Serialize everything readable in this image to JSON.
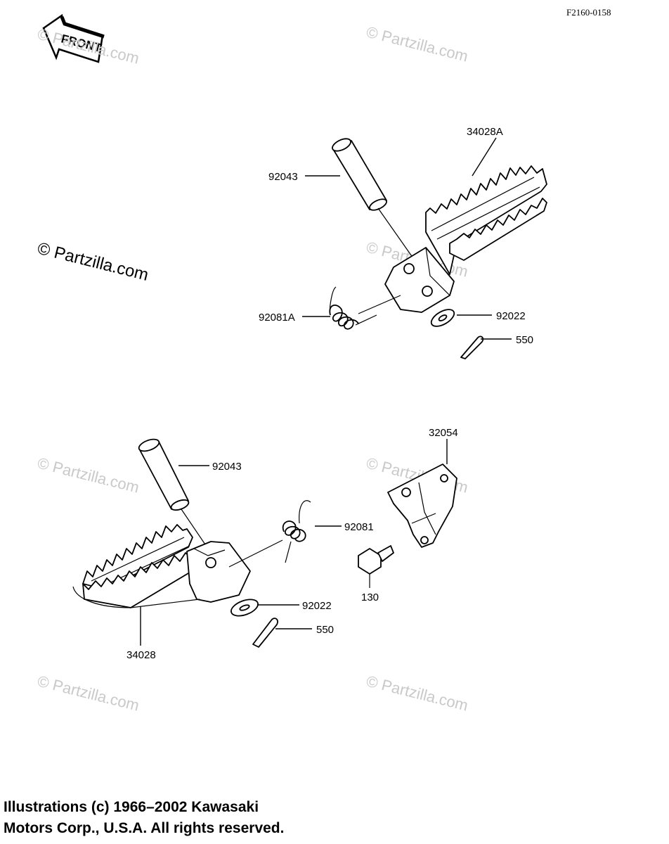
{
  "drawing_id": "F2160-0158",
  "front_arrow_label": "FRONT",
  "watermark_text": "© Partzilla.com",
  "upper_assembly": {
    "labels": {
      "pin": "92043",
      "footpeg": "34028A",
      "spring": "92081A",
      "washer": "92022",
      "cotter_pin": "550"
    }
  },
  "lower_assembly": {
    "labels": {
      "pin": "92043",
      "footpeg": "34028",
      "spring": "92081",
      "washer": "92022",
      "cotter_pin": "550",
      "bracket": "32054",
      "bolt": "130"
    }
  },
  "copyright": {
    "line1": "Illustrations (c) 1966–2002 Kawasaki",
    "line2": "Motors Corp., U.S.A.  All rights reserved."
  },
  "colors": {
    "line": "#000000",
    "watermark": "#c9c9c9",
    "background": "#ffffff"
  }
}
